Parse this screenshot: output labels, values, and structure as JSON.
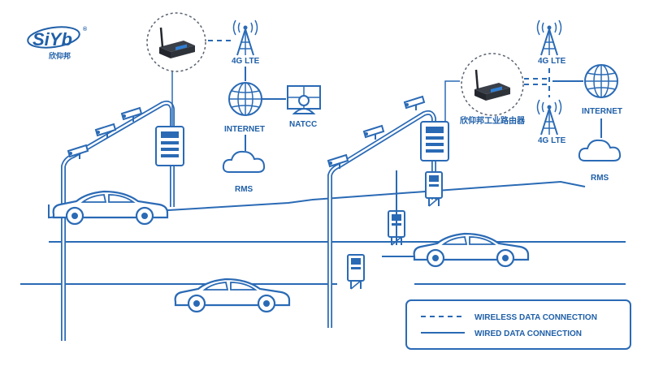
{
  "brand": {
    "logo_text": "SiYb",
    "name_cn": "欣仰邦"
  },
  "colors": {
    "primary": "#1f5fa8",
    "line": "#2a6ab5",
    "fill_light": "#e8f0fa"
  },
  "network_left": {
    "tower_label": "4G LTE",
    "internet_label": "INTERNET",
    "natcc_label": "NATCC",
    "rms_label": "RMS"
  },
  "network_right": {
    "router_label": "欣仰邦工业路由器",
    "tower_top_label": "4G LTE",
    "tower_bottom_label": "4G LTE",
    "internet_label": "INTERNET",
    "rms_label": "RMS"
  },
  "legend": {
    "wireless_label": "WIRELESS DATA CONNECTION",
    "wired_label": "WIRED DATA CONNECTION"
  },
  "icons": [
    "router-icon",
    "cell-tower-icon",
    "globe-icon",
    "cloud-icon",
    "operator-icon",
    "camera-icon",
    "control-cabinet-icon",
    "car-icon",
    "ticket-machine-icon"
  ]
}
